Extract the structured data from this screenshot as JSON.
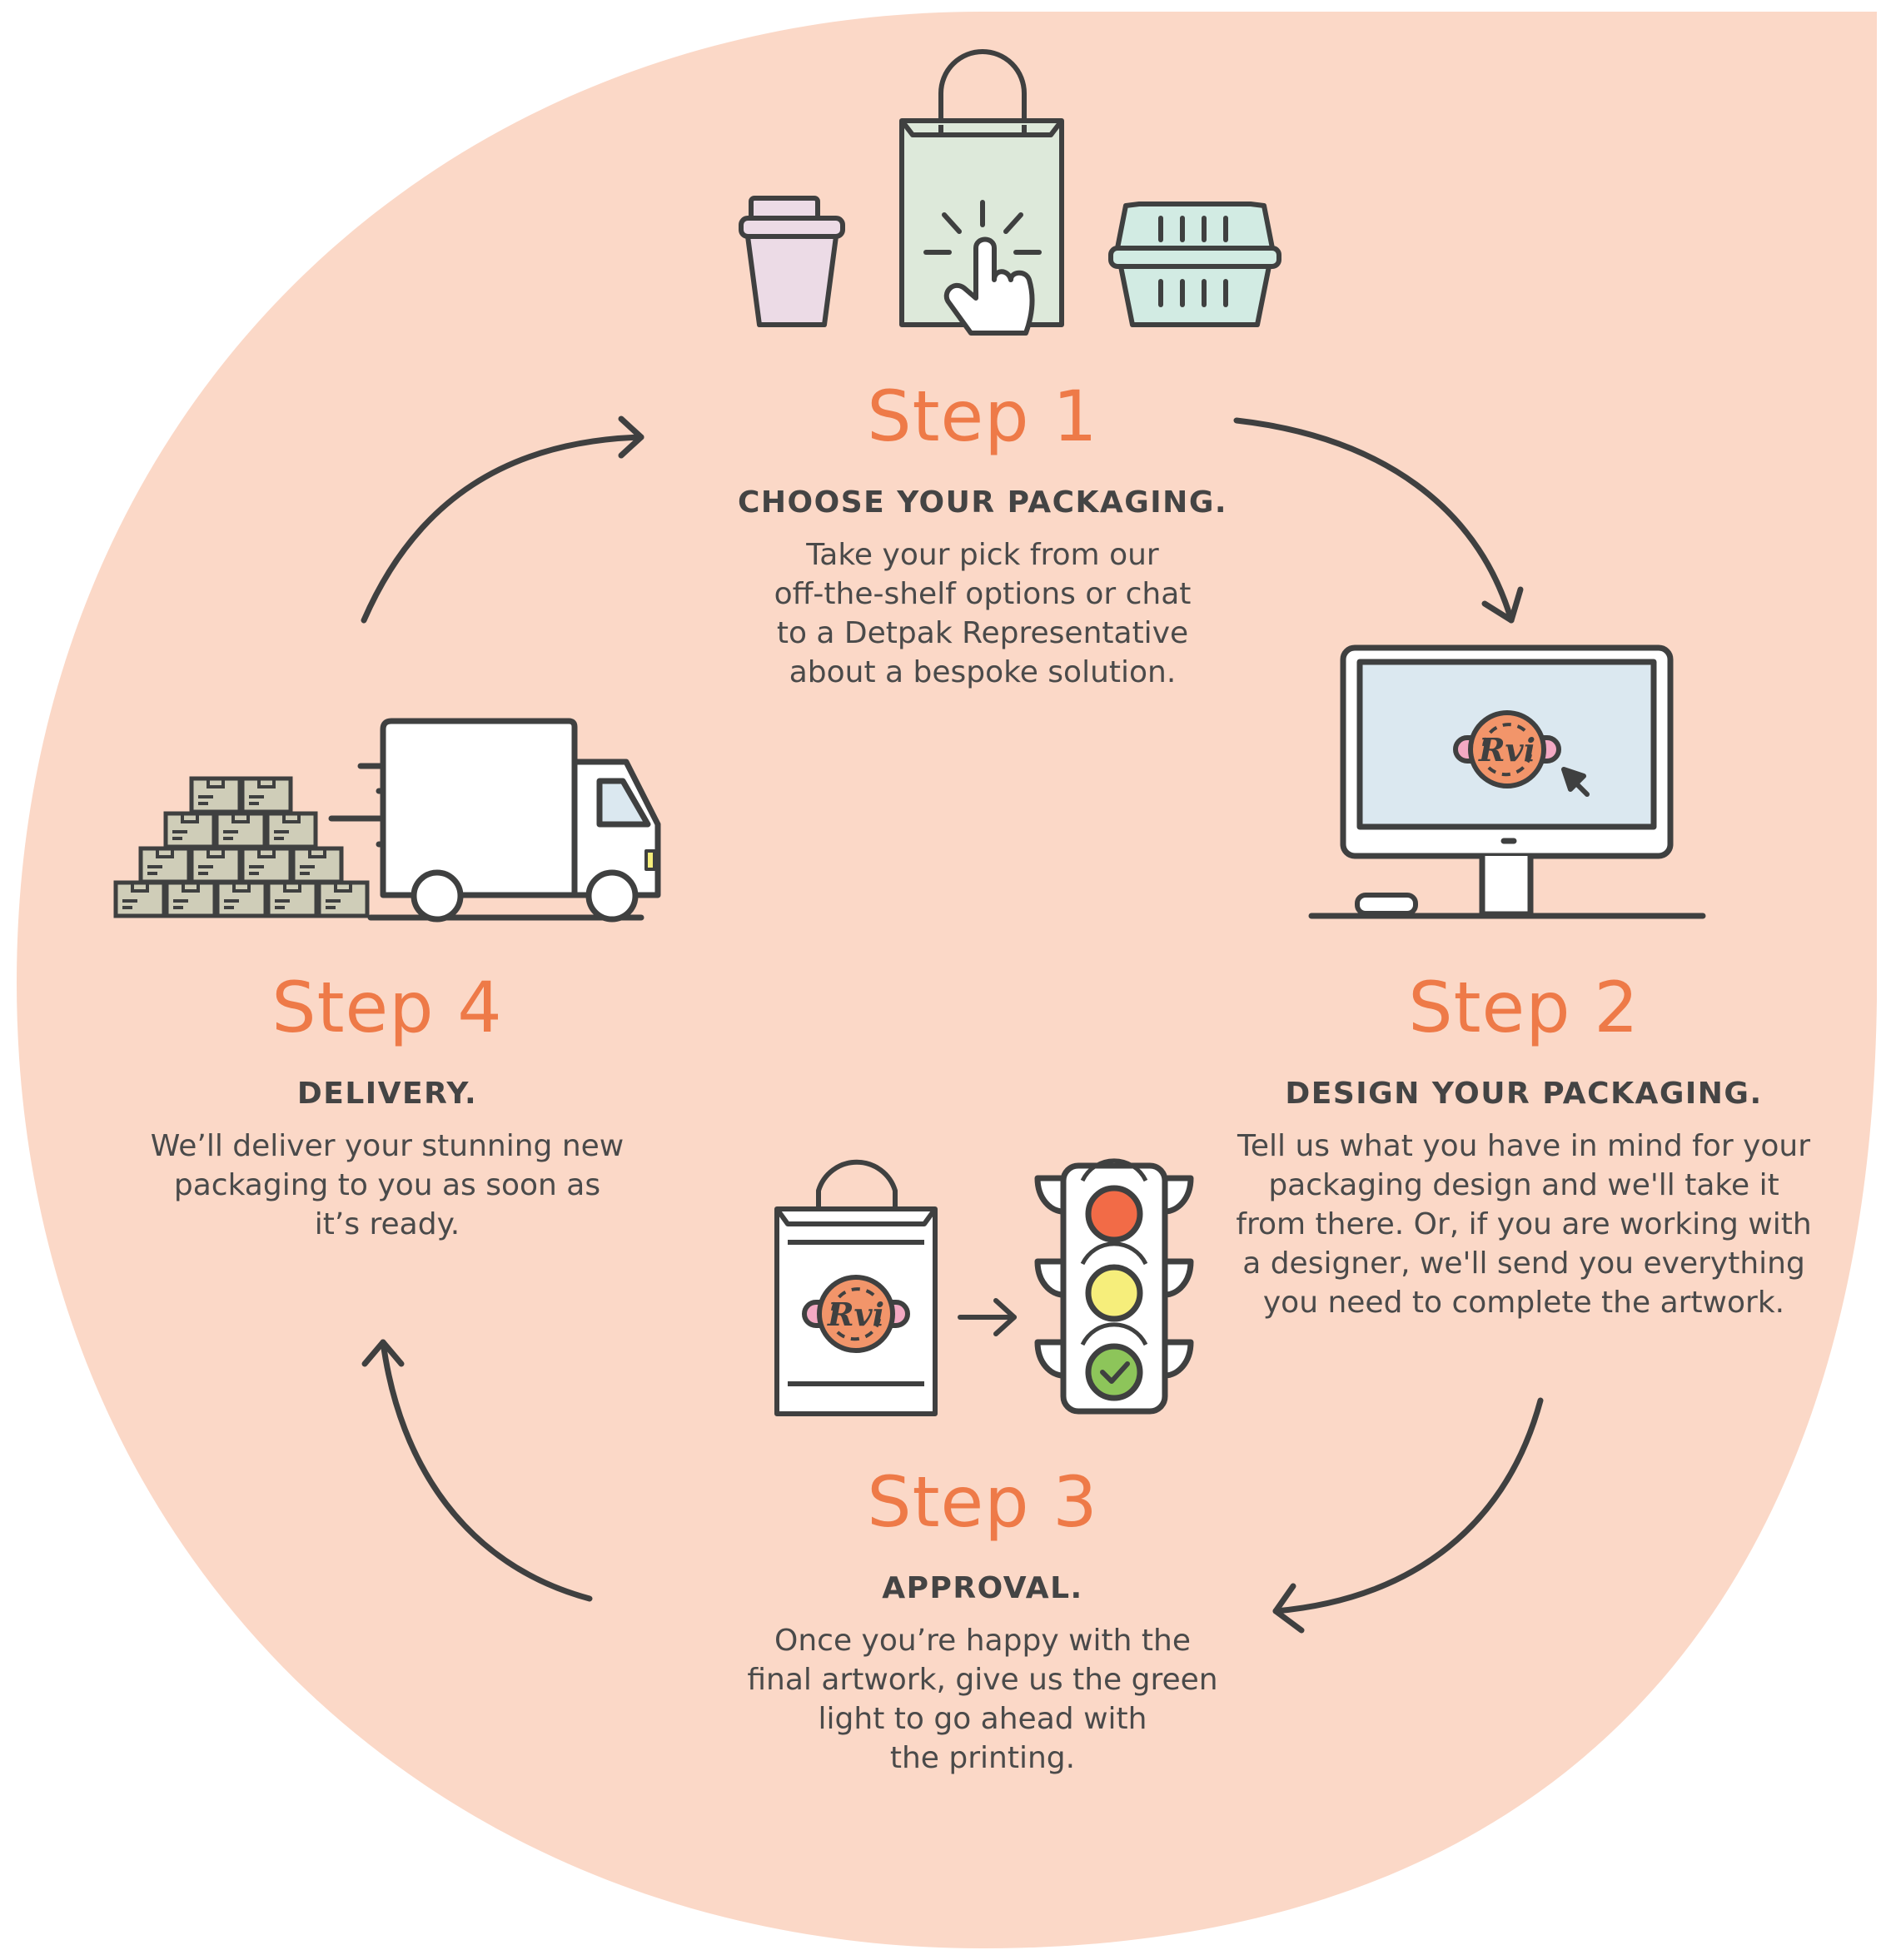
{
  "colors": {
    "background": "#ffffff",
    "blob": "#fbd8c7",
    "accent_orange": "#ee7a48",
    "outline": "#3f4040",
    "bag_green": "#dde9da",
    "cup_pink": "#ecdbe6",
    "tray_teal": "#d2ebe3",
    "screen_blue": "#dbe8f0",
    "logo_orange": "#f2956a",
    "logo_pink": "#f3a9c3",
    "box_khaki": "#cfcdb8",
    "light_red": "#f26b47",
    "light_yellow": "#f6ee7b",
    "light_green": "#8dc55a"
  },
  "icons": {
    "step1": [
      "coffee-cup-icon",
      "shopping-bag-icon",
      "tap-hand-icon",
      "food-container-icon"
    ],
    "step2": [
      "desktop-monitor-icon",
      "brand-logo-icon",
      "cursor-arrow-icon",
      "mouse-icon"
    ],
    "step3": [
      "branded-bag-icon",
      "arrow-right-icon",
      "traffic-light-icon",
      "checkmark-icon"
    ],
    "step4": [
      "stacked-boxes-icon",
      "delivery-truck-icon"
    ]
  },
  "logo_text": "Rvi",
  "steps": [
    {
      "title": "Step 1",
      "heading": "CHOOSE YOUR PACKAGING.",
      "body": [
        "Take your pick from our",
        "off-the-shelf options or chat",
        "to a Detpak Representative",
        "about a bespoke solution."
      ]
    },
    {
      "title": "Step 2",
      "heading": "DESIGN YOUR PACKAGING.",
      "body": [
        "Tell us what you have in mind for your",
        "packaging design and we'll take it",
        "from there. Or, if you are working with",
        "a designer, we'll send you everything",
        "you need to complete the artwork."
      ]
    },
    {
      "title": "Step 3",
      "heading": "APPROVAL.",
      "body": [
        "Once you’re happy with the",
        "final artwork, give us the green",
        "light to go ahead with",
        "the printing."
      ]
    },
    {
      "title": "Step 4",
      "heading": "DELIVERY.",
      "body": [
        "We’ll deliver your stunning new",
        "packaging to you as soon as",
        "it’s ready."
      ]
    }
  ]
}
